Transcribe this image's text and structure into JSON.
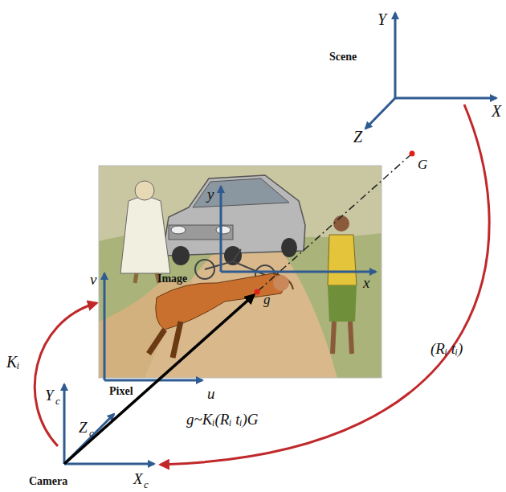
{
  "diagram": {
    "labels": [
      "Y",
      "Scene",
      "X",
      "Z",
      "G",
      "y",
      "x",
      "Image",
      "g",
      "v",
      "u",
      "Pixel",
      "Kᵢ",
      "g~Kᵢ(Rᵢ tᵢ)G",
      "(Rᵢ tᵢ)",
      "Y",
      "c",
      "Z",
      "c",
      "X",
      "c",
      "Camera"
    ]
  }
}
